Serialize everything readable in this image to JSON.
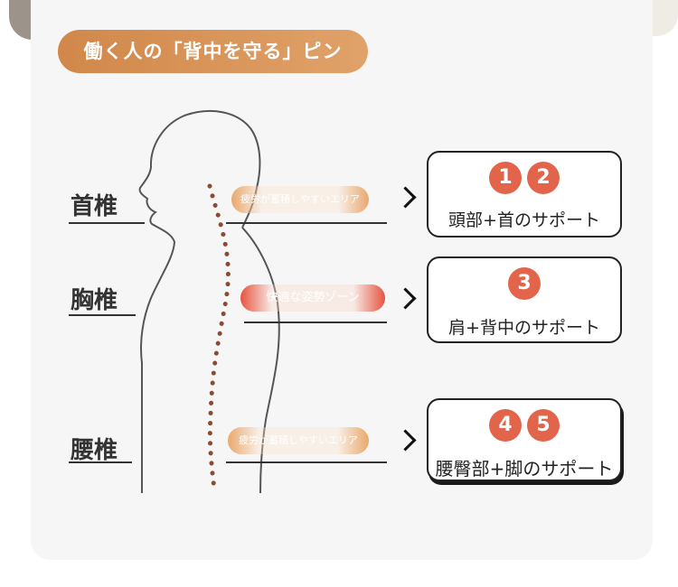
{
  "title": "働く人の「背中を守る」ピン",
  "levels": {
    "neck": {
      "label": "首椎",
      "zone_text": "疲労が蓄積しやすいエリア",
      "numbers": [
        "1",
        "2"
      ],
      "support": "頭部+首のサポート"
    },
    "chest": {
      "label": "胸椎",
      "zone_text": "快適な姿勢ゾーン",
      "numbers": [
        "3"
      ],
      "support": "肩+背中のサポート"
    },
    "waist": {
      "label": "腰椎",
      "zone_text": "疲労が蓄積しやすいエリア",
      "numbers": [
        "4",
        "5"
      ],
      "support": "腰臀部+脚のサポート"
    }
  },
  "colors": {
    "title_bg": "#d98d4f",
    "badge": "#e2644b",
    "spine_dots": "#8b4a33",
    "card_bg": "#f6f6f6"
  }
}
